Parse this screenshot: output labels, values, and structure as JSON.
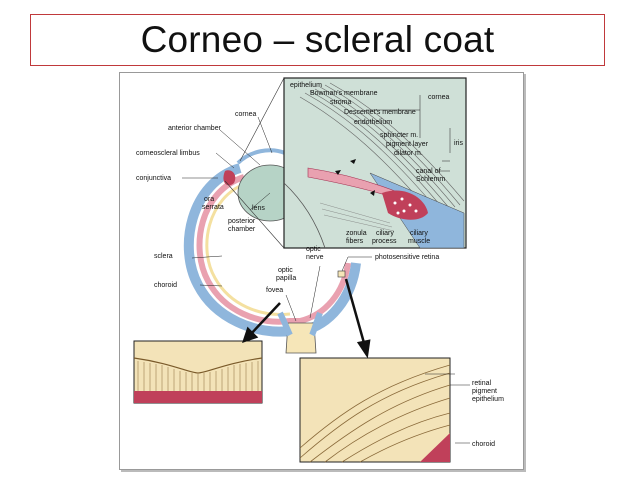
{
  "title": "Corneo – scleral coat",
  "labels": {
    "cornea": "cornea",
    "anterior_chamber": "anterior chamber",
    "corneoscleral_limbus": "corneoscleral limbus",
    "conjunctiva": "conjunctiva",
    "ora_serrata_1": "ora",
    "ora_serrata_2": "serrata",
    "lens": "lens",
    "posterior_chamber_1": "posterior",
    "posterior_chamber_2": "chamber",
    "sclera": "sclera",
    "choroid": "choroid",
    "optic_nerve_1": "optic",
    "optic_nerve_2": "nerve",
    "optic_papilla_1": "optic",
    "optic_papilla_2": "papilla",
    "fovea": "fovea",
    "photosensitive_retina": "photosensitive retina",
    "epithelium": "epithelium",
    "bowmans_membrane": "Bowman's membrane",
    "stroma": "stroma",
    "descemets_membrane": "Descemet's membrane",
    "endothelium": "endothelium",
    "cornea_bracket": "cornea",
    "sphincter": "sphincter m.",
    "pigment_layer": "pigment layer",
    "dilator": "dilator m.",
    "iris": "iris",
    "canal_1": "canal of",
    "canal_2": "Schlemm",
    "zonula_1": "zonula",
    "zonula_2": "fibers",
    "ciliary_process_1": "ciliary",
    "ciliary_process_2": "process",
    "ciliary_muscle_1": "ciliary",
    "ciliary_muscle_2": "muscle",
    "retinal_pigment_1": "retinal",
    "retinal_pigment_2": "pigment",
    "retinal_pigment_3": "epithelium",
    "choroid_bottom": "choroid"
  },
  "colors": {
    "sclera_blue": "#8fb6dc",
    "choroid_pink": "#e9a1b0",
    "lens_green": "#b6d3c6",
    "inset_green": "#cfe0d7",
    "pigment_red": "#c0405a",
    "title_border": "#c0393b"
  }
}
